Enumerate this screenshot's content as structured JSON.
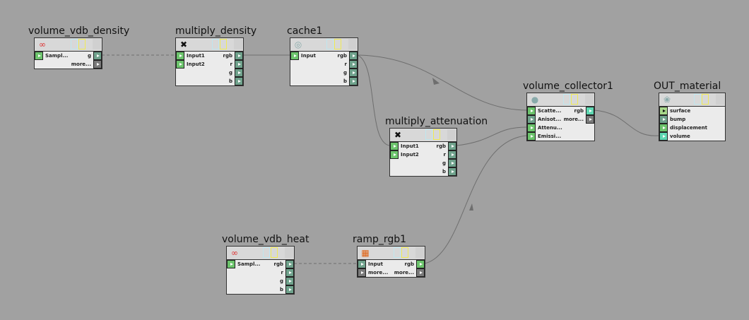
{
  "colors": {
    "background": "#a1a1a1",
    "port_green": "#6cc46c",
    "port_teal": "#6fa28c",
    "port_cyan": "#5ed8b2",
    "port_gray": "#7a7a7a",
    "port_lime": "#a8d88a"
  },
  "nodes": [
    {
      "id": "volume_vdb_density",
      "title": "volume_vdb_density",
      "icon": "vdb-icon",
      "glyph": "∞",
      "rows": [
        {
          "in": "Sampl...",
          "inColor": "port_green",
          "out": "g",
          "outColor": "port_teal"
        },
        {
          "in": null,
          "out": "more...",
          "outColor": "port_gray"
        }
      ]
    },
    {
      "id": "multiply_density",
      "title": "multiply_density",
      "icon": "multiply-icon",
      "glyph": "✖",
      "rows": [
        {
          "in": "Input1",
          "inColor": "port_green",
          "out": "rgb",
          "outColor": "port_teal"
        },
        {
          "in": "Input2",
          "inColor": "port_green",
          "out": "r",
          "outColor": "port_teal"
        },
        {
          "in": null,
          "out": "g",
          "outColor": "port_teal"
        },
        {
          "in": null,
          "out": "b",
          "outColor": "port_teal"
        }
      ]
    },
    {
      "id": "cache1",
      "title": "cache1",
      "icon": "cache-disc-icon",
      "glyph": "◎",
      "rows": [
        {
          "in": "Input",
          "inColor": "port_green",
          "out": "rgb",
          "outColor": "port_teal"
        },
        {
          "in": null,
          "out": "r",
          "outColor": "port_teal"
        },
        {
          "in": null,
          "out": "g",
          "outColor": "port_teal"
        },
        {
          "in": null,
          "out": "b",
          "outColor": "port_teal"
        }
      ]
    },
    {
      "id": "multiply_attenuation",
      "title": "multiply_attenuation",
      "icon": "multiply-icon",
      "glyph": "✖",
      "rows": [
        {
          "in": "Input1",
          "inColor": "port_green",
          "out": "rgb",
          "outColor": "port_teal"
        },
        {
          "in": "Input2",
          "inColor": "port_green",
          "out": "r",
          "outColor": "port_teal"
        },
        {
          "in": null,
          "out": "g",
          "outColor": "port_teal"
        },
        {
          "in": null,
          "out": "b",
          "outColor": "port_teal"
        }
      ]
    },
    {
      "id": "volume_collector1",
      "title": "volume_collector1",
      "icon": "sphere-icon",
      "glyph": "●",
      "rows": [
        {
          "in": "Scatte...",
          "inColor": "port_green",
          "out": "rgb",
          "outColor": "port_cyan"
        },
        {
          "in": "Anisot...",
          "inColor": "port_teal",
          "out": "more...",
          "outColor": "port_gray"
        },
        {
          "in": "Attenu...",
          "inColor": "port_green",
          "out": null
        },
        {
          "in": "Emissi...",
          "inColor": "port_green",
          "out": null
        }
      ]
    },
    {
      "id": "OUT_material",
      "title": "OUT_material",
      "icon": "material-icon",
      "glyph": "❀",
      "rows": [
        {
          "in": "surface",
          "inColor": "port_lime",
          "out": null
        },
        {
          "in": "bump",
          "inColor": "port_teal",
          "out": null
        },
        {
          "in": "displacement",
          "inColor": "port_green",
          "out": null
        },
        {
          "in": "volume",
          "inColor": "port_cyan",
          "out": null
        }
      ]
    },
    {
      "id": "volume_vdb_heat",
      "title": "volume_vdb_heat",
      "icon": "vdb-icon",
      "glyph": "∞",
      "rows": [
        {
          "in": "Sampl...",
          "inColor": "port_green",
          "out": "rgb",
          "outColor": "port_teal"
        },
        {
          "in": null,
          "out": "r",
          "outColor": "port_teal"
        },
        {
          "in": null,
          "out": "g",
          "outColor": "port_teal"
        },
        {
          "in": null,
          "out": "b",
          "outColor": "port_teal"
        }
      ]
    },
    {
      "id": "ramp_rgb1",
      "title": "ramp_rgb1",
      "icon": "ramp-icon",
      "glyph": "▦",
      "rows": [
        {
          "in": "Input",
          "inColor": "port_teal",
          "out": "rgb",
          "outColor": "port_green"
        },
        {
          "in": "more...",
          "inColor": "port_gray",
          "out": "more...",
          "outColor": "port_gray"
        }
      ]
    }
  ]
}
